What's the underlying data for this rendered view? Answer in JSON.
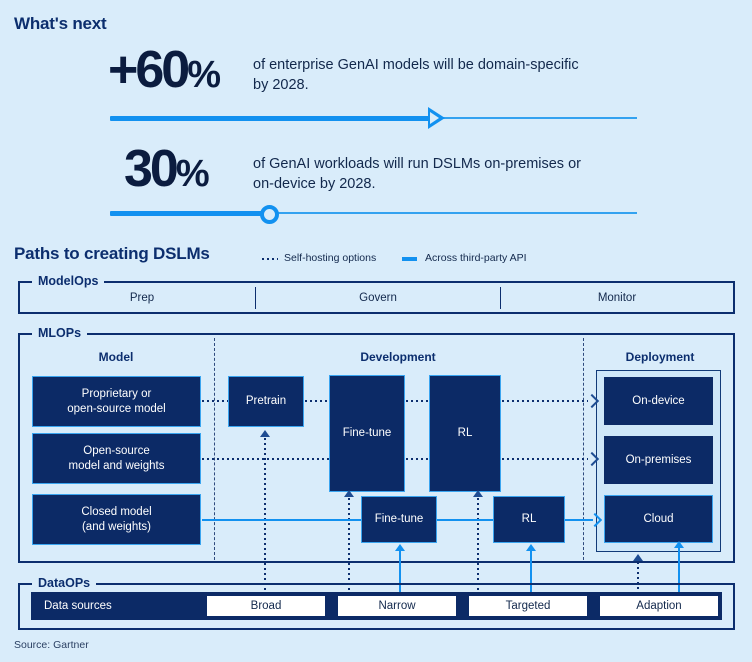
{
  "whats_next": {
    "title": "What's next",
    "stats": [
      {
        "number": "+60",
        "percent": "%",
        "text": "of enterprise GenAI models will be domain-specific by 2028.",
        "progress_marker": "arrow"
      },
      {
        "number": "30",
        "percent": "%",
        "text": "of GenAI workloads will run DSLMs on-premises or on-device by 2028.",
        "progress_marker": "knob"
      }
    ]
  },
  "paths": {
    "title": "Paths to creating DSLMs",
    "legend": [
      {
        "label": "Self-hosting options",
        "style": "dotted",
        "color": "#0c2e6e"
      },
      {
        "label": "Across third-party API",
        "style": "solid",
        "color": "#1291f0"
      }
    ]
  },
  "modelops": {
    "label": "ModelOps",
    "cells": [
      "Prep",
      "Govern",
      "Monitor"
    ]
  },
  "mlops": {
    "label": "MLOPs",
    "columns": [
      "Model",
      "Development",
      "Deployment"
    ],
    "model_nodes": [
      "Proprietary or\nopen-source model",
      "Open-source\nmodel and weights",
      "Closed model\n(and weights)"
    ],
    "model_nodes_lines": [
      [
        "Proprietary or",
        "open-source model"
      ],
      [
        "Open-source",
        "model and weights"
      ],
      [
        "Closed model",
        "(and weights)"
      ]
    ],
    "development_nodes_top": [
      "Pretrain",
      "Fine-tune",
      "RL"
    ],
    "development_nodes_bottom": [
      "Fine-tune",
      "RL"
    ],
    "deployment_nodes": [
      "On-device",
      "On-premises",
      "Cloud"
    ]
  },
  "dataops": {
    "label": "DataOPs",
    "row_label": "Data sources",
    "chips": [
      "Broad",
      "Narrow",
      "Targeted",
      "Adaption"
    ]
  },
  "source": "Source: Gartner",
  "colors": {
    "background": "#d9ecfa",
    "navy": "#0c2a66",
    "title_navy": "#0c2e6e",
    "accent_blue": "#1291f0",
    "light_blue": "#33a2f0"
  }
}
